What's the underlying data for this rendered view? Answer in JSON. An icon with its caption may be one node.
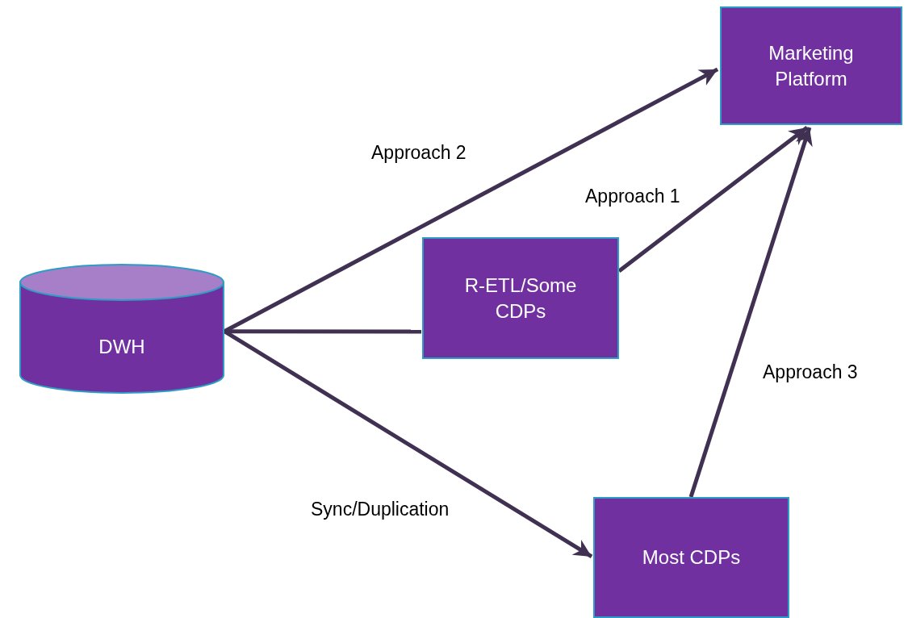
{
  "diagram": {
    "nodes": [
      {
        "text": [
          "DWH"
        ]
      },
      {
        "text": [
          "Marketing Platform"
        ]
      },
      {
        "text": [
          "R-ETL/Some CDPs"
        ]
      },
      {
        "text": [
          "Most CDPs"
        ]
      }
    ],
    "edges": [
      {
        "from": 0,
        "to": 1,
        "arrow": "to",
        "label": "Approach 2"
      },
      {
        "from": 0,
        "to": 2,
        "arrow": "none"
      },
      {
        "from": 2,
        "to": 1,
        "arrow": "to",
        "label": "Approach 1"
      },
      {
        "from": 0,
        "to": 3,
        "arrow": "to",
        "label": "Sync/Duplication"
      },
      {
        "from": 3,
        "to": 1,
        "arrow": "to",
        "label": "Approach 3"
      }
    ]
  }
}
